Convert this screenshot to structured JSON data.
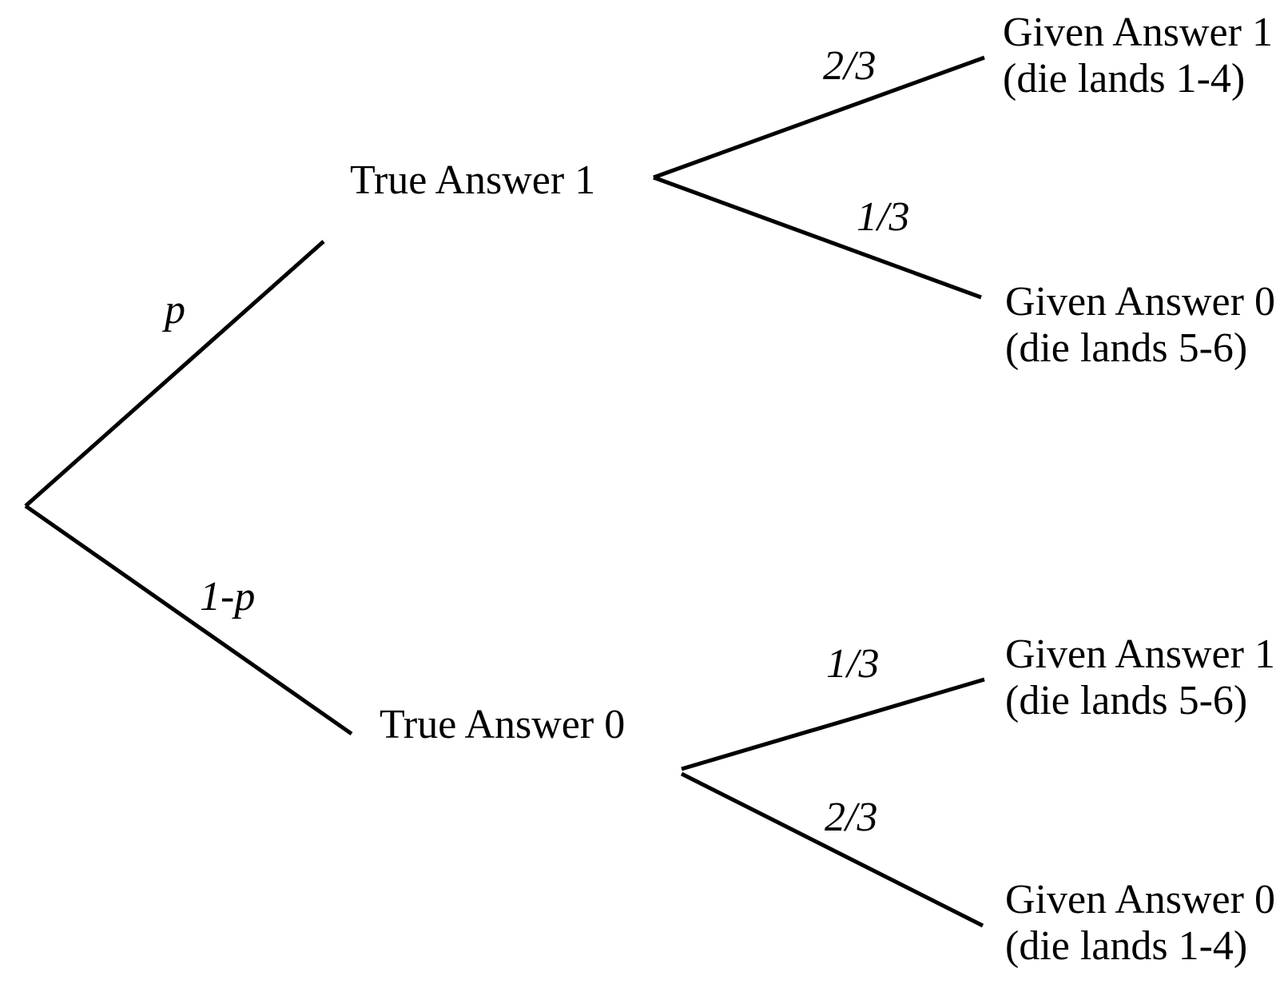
{
  "page": {
    "background_color": "#ffffff",
    "text_color": "#000000",
    "line_color": "#000000"
  },
  "tree": {
    "type": "probability-tree",
    "root_branches": [
      {
        "probability": "p",
        "node_label": "True Answer 1"
      },
      {
        "probability": "1-p",
        "node_label": "True Answer 0"
      }
    ],
    "leaf_branches": [
      {
        "parent": "True Answer 1",
        "probability": "2/3",
        "outcome_line1": "Given Answer 1",
        "outcome_line2": "(die lands 1-4)"
      },
      {
        "parent": "True Answer 1",
        "probability": "1/3",
        "outcome_line1": "Given Answer 0",
        "outcome_line2": "(die lands 5-6)"
      },
      {
        "parent": "True Answer 0",
        "probability": "1/3",
        "outcome_line1": "Given Answer 1",
        "outcome_line2": "(die lands 5-6)"
      },
      {
        "parent": "True Answer 0",
        "probability": "2/3",
        "outcome_line1": "Given Answer 0",
        "outcome_line2": "(die lands 1-4)"
      }
    ]
  }
}
